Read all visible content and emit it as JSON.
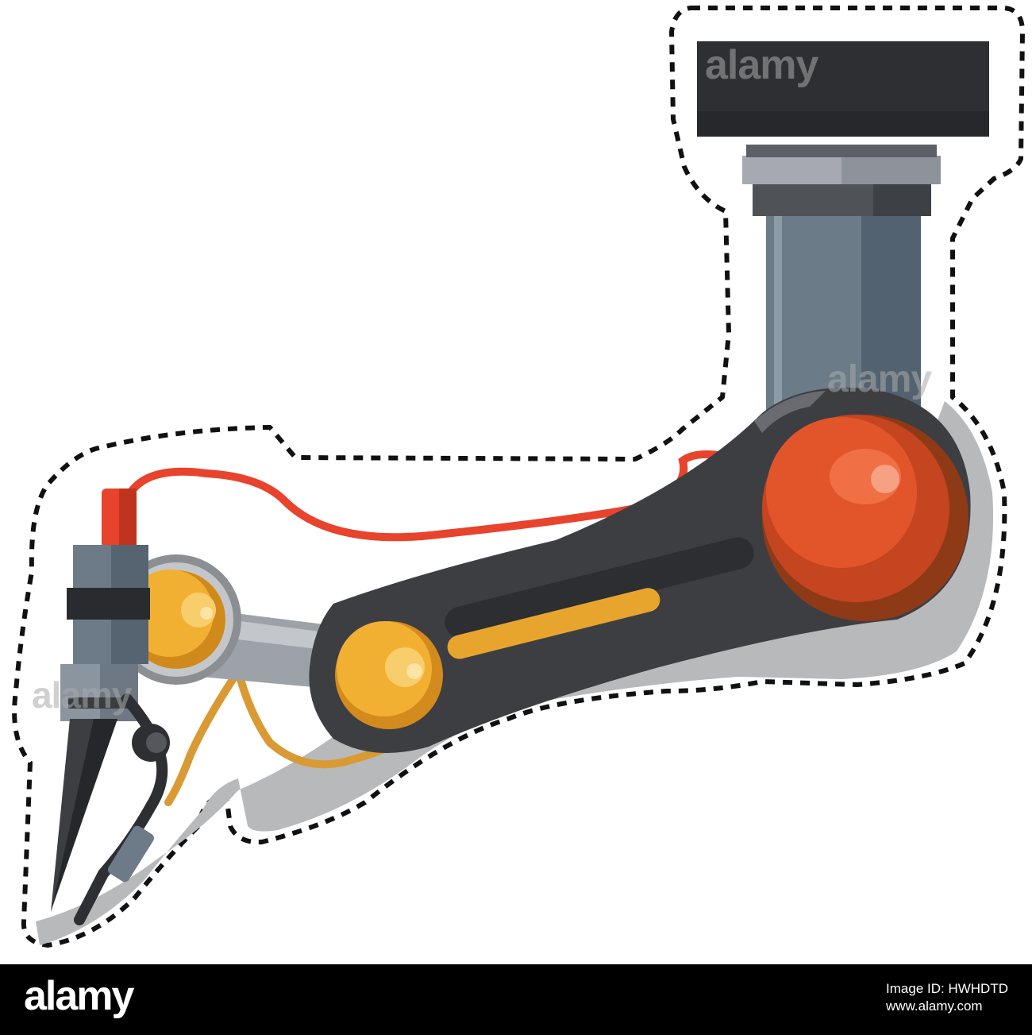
{
  "watermark": {
    "text": "alamy"
  },
  "footer": {
    "logo": "alamy",
    "image_id_label": "Image ID: HWHDTD",
    "site": "www.alamy.com"
  },
  "colors": {
    "arm_body": "#3d3e42",
    "column": "#6b7b88",
    "mount_block": "#2e2f33",
    "orange_joint": "#e2552a",
    "yellow_joint": "#f2b032",
    "red_cable": "#e8432c",
    "yellow_cable": "#e0a23a",
    "shadow": "#b7b8ba",
    "footer_bg": "#000000"
  }
}
